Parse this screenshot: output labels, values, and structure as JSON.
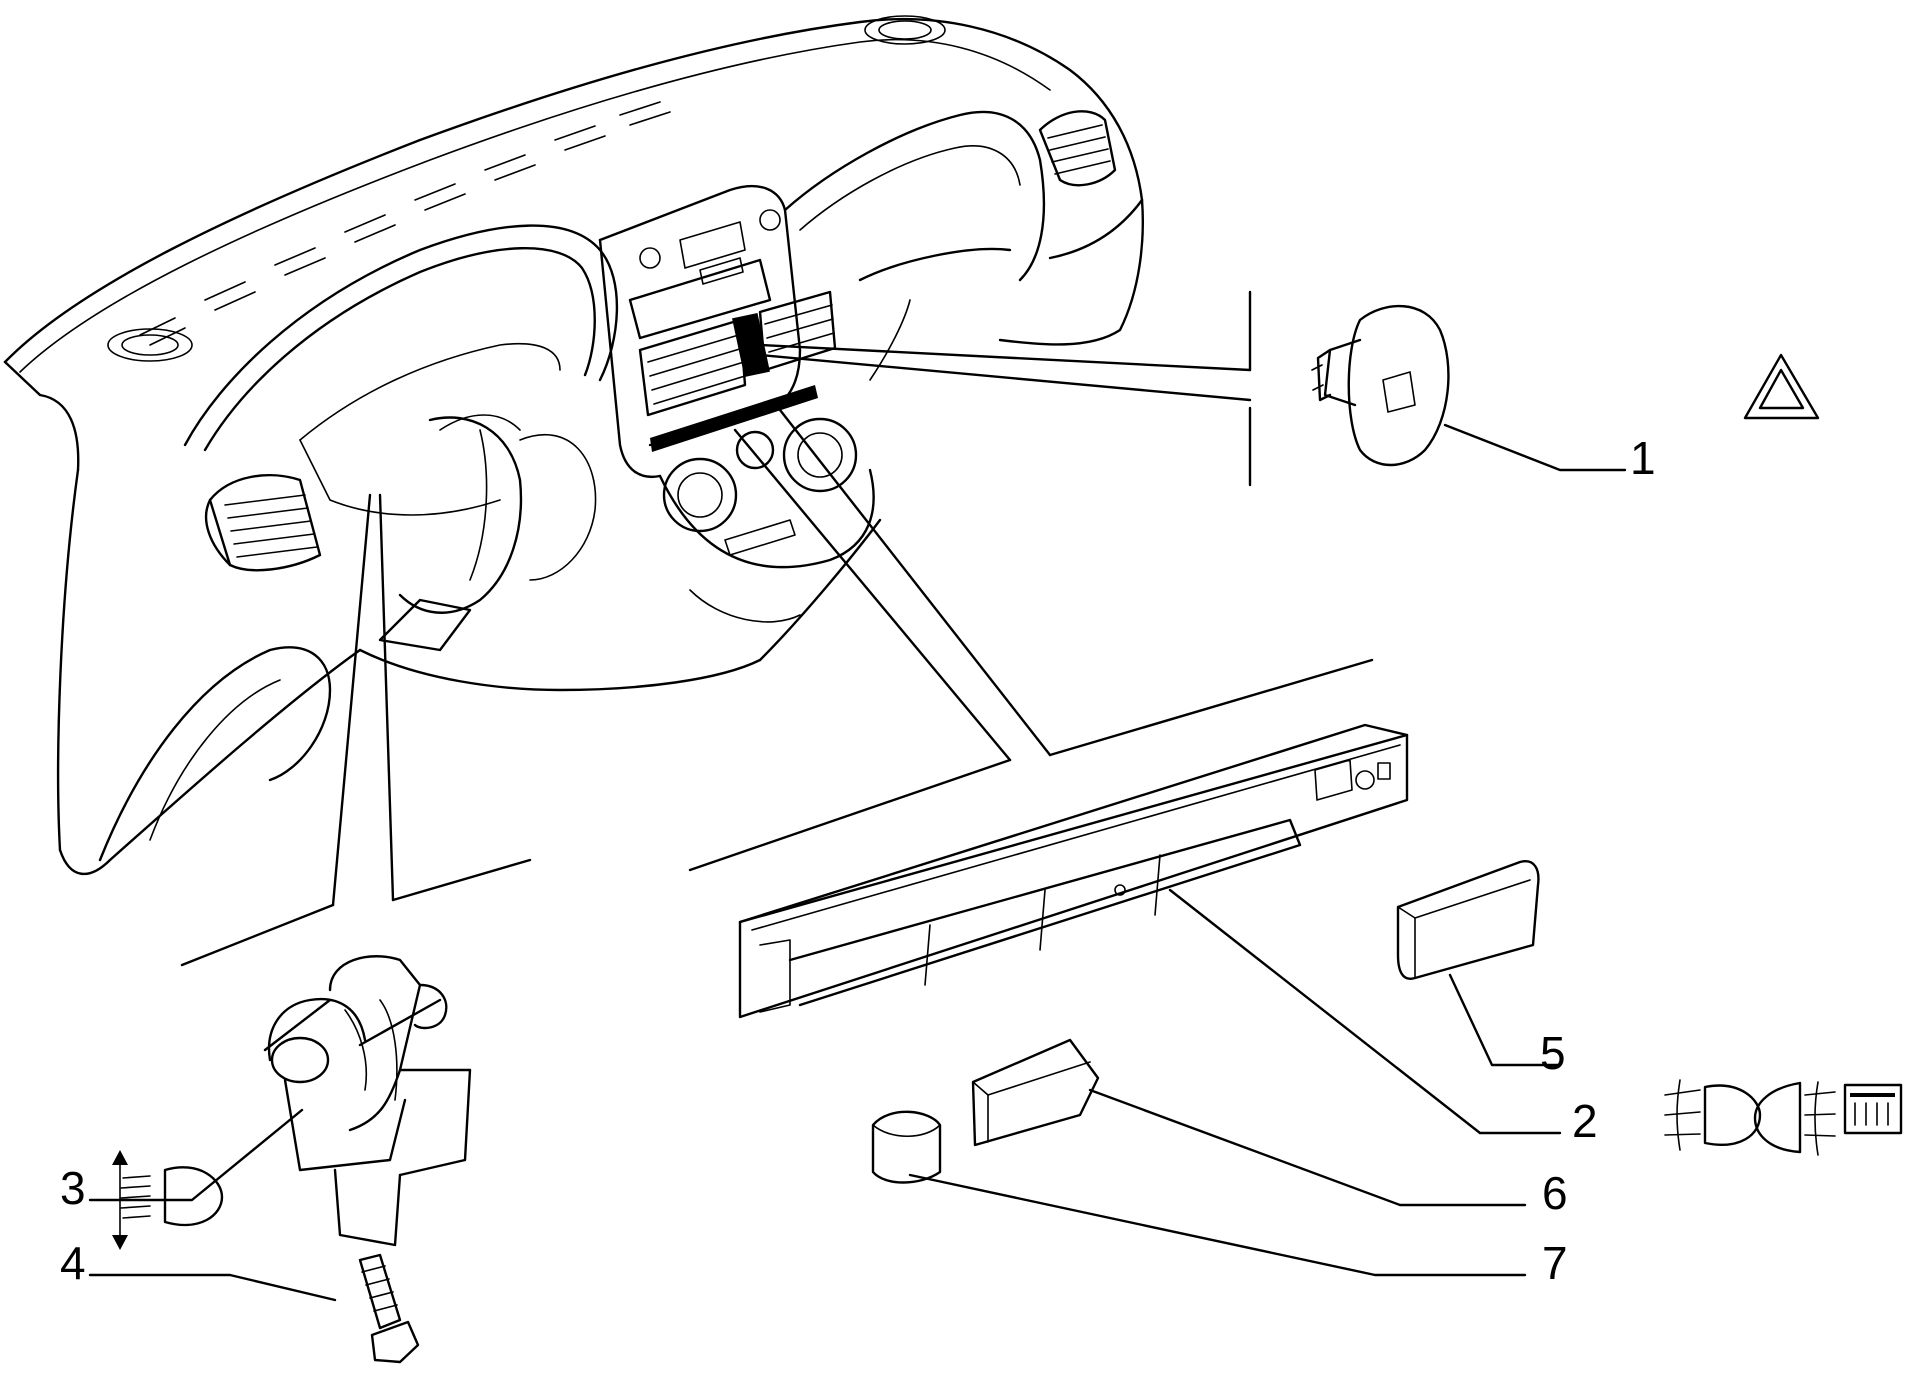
{
  "callouts": [
    {
      "id": "1",
      "label": "1"
    },
    {
      "id": "2",
      "label": "2"
    },
    {
      "id": "3",
      "label": "3"
    },
    {
      "id": "4",
      "label": "4"
    },
    {
      "id": "5",
      "label": "5"
    },
    {
      "id": "6",
      "label": "6"
    },
    {
      "id": "7",
      "label": "7"
    }
  ],
  "symbols": [
    "hazard-warning-triangle-icon",
    "headlamp-leveling-icon",
    "front-fog-lamp-icon",
    "rear-fog-lamp-icon",
    "rear-window-defrost-icon"
  ],
  "colors": {
    "line": "#000000",
    "background": "#ffffff"
  }
}
